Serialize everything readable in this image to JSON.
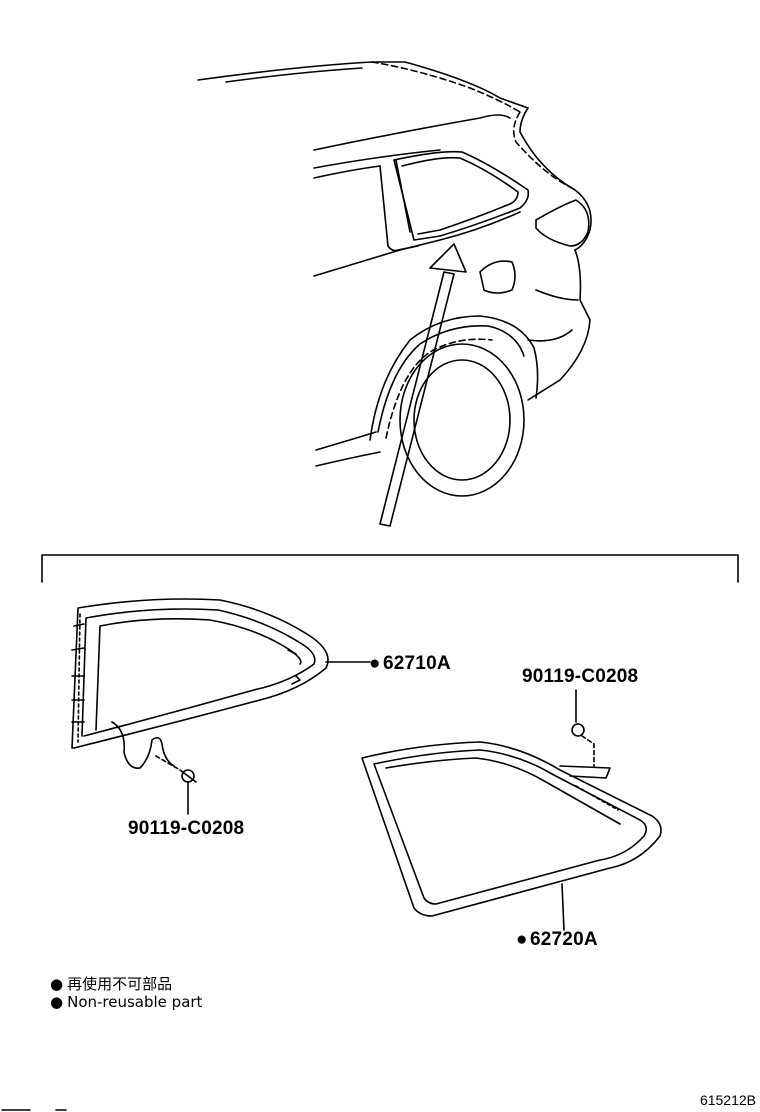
{
  "bullet_symbol": "●",
  "callouts": {
    "front_glass_part": "62710A",
    "front_clip_part": "90119-C0208",
    "rear_clip_part": "90119-C0208",
    "rear_glass_part": "62720A"
  },
  "legend": {
    "line_1": "再使用不可部品",
    "line_2": "Non-reusable part"
  },
  "drawing_number": "615212B"
}
